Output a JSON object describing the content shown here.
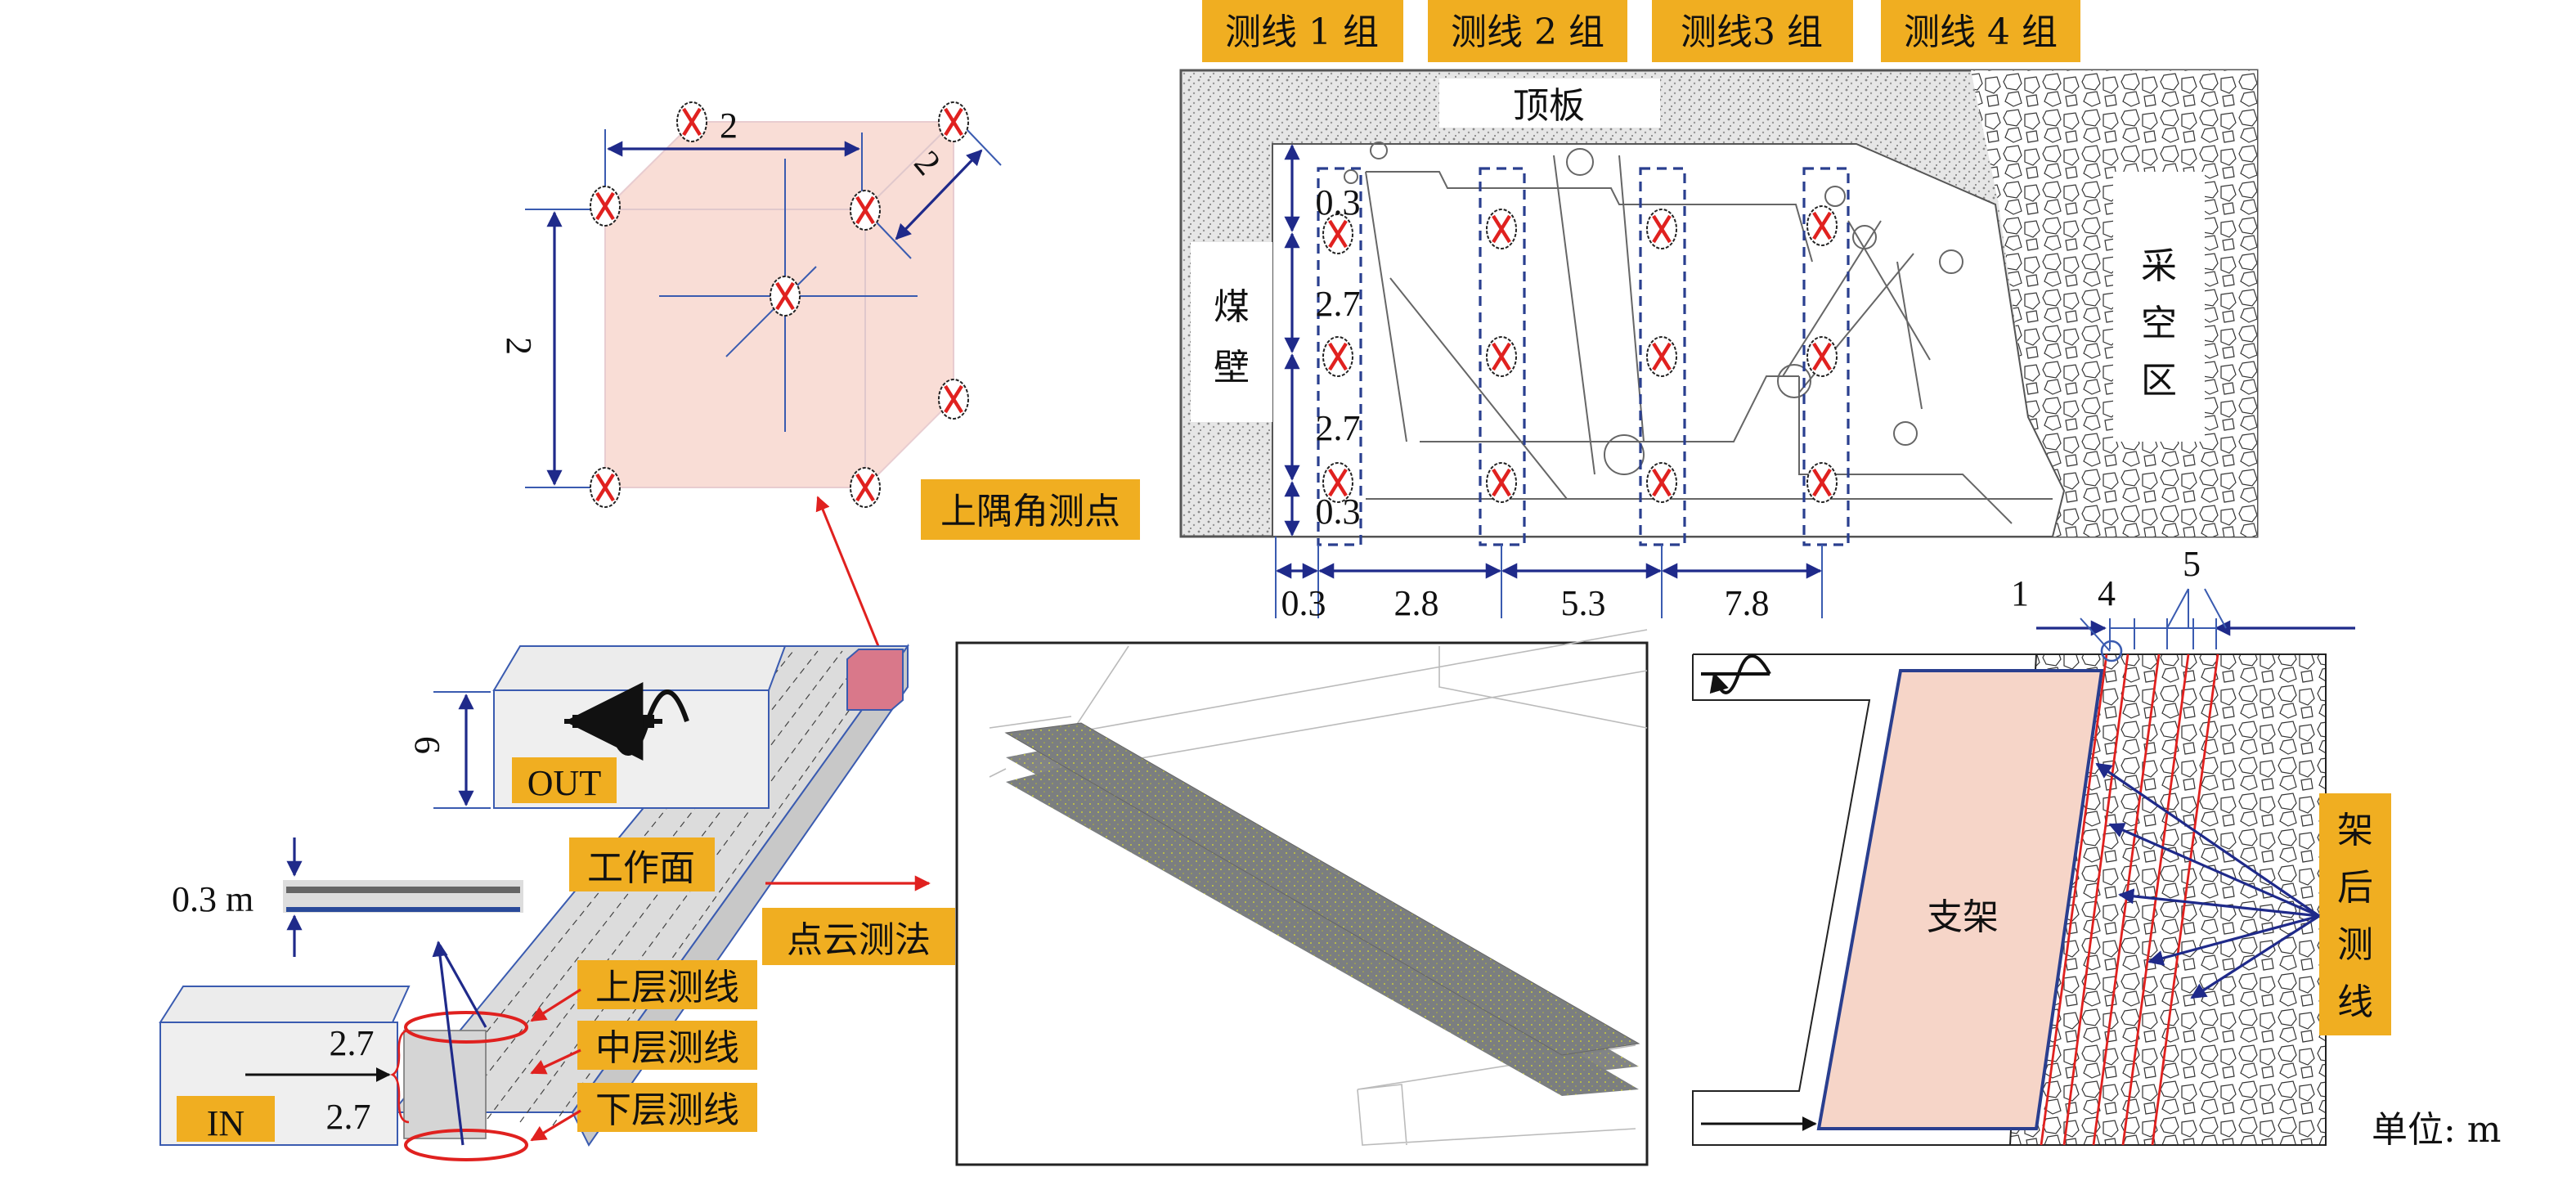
{
  "cube": {
    "dim_width": "2",
    "dim_depth": "2",
    "dim_height": "2",
    "label": "上隅角测点"
  },
  "section": {
    "groups": [
      "测线 1 组",
      "测线 2 组",
      "测线3 组",
      "测线 4 组"
    ],
    "roof": "顶板",
    "coal_wall": [
      "煤",
      "壁"
    ],
    "goaf": [
      "采",
      "空",
      "区"
    ],
    "vertical_dims": [
      "0.3",
      "2.7",
      "2.7",
      "0.3"
    ],
    "horizontal_dims": [
      "0.3",
      "2.8",
      "5.3",
      "7.8"
    ]
  },
  "model": {
    "height_dim": "6",
    "out_label": "OUT",
    "in_label": "IN",
    "face_label": "工作面",
    "thickness_label": "0.3 m",
    "layer_dims": [
      "2.7",
      "2.7"
    ],
    "layers": [
      "上层测线",
      "中层测线",
      "下层测线"
    ],
    "method_label": "点云测法"
  },
  "plan": {
    "spacing_labels": [
      "1",
      "4",
      "5"
    ],
    "support_label": "支架",
    "rear_lines_label": [
      "架",
      "后",
      "测",
      "线"
    ],
    "unit_label": "单位: m"
  },
  "colors": {
    "tag": "#f0ae21",
    "dimension": "#1f2a8a",
    "marker": "#e0211f",
    "support_fill": "#f6d5c8",
    "cube_fill": "#f9ddd6"
  }
}
